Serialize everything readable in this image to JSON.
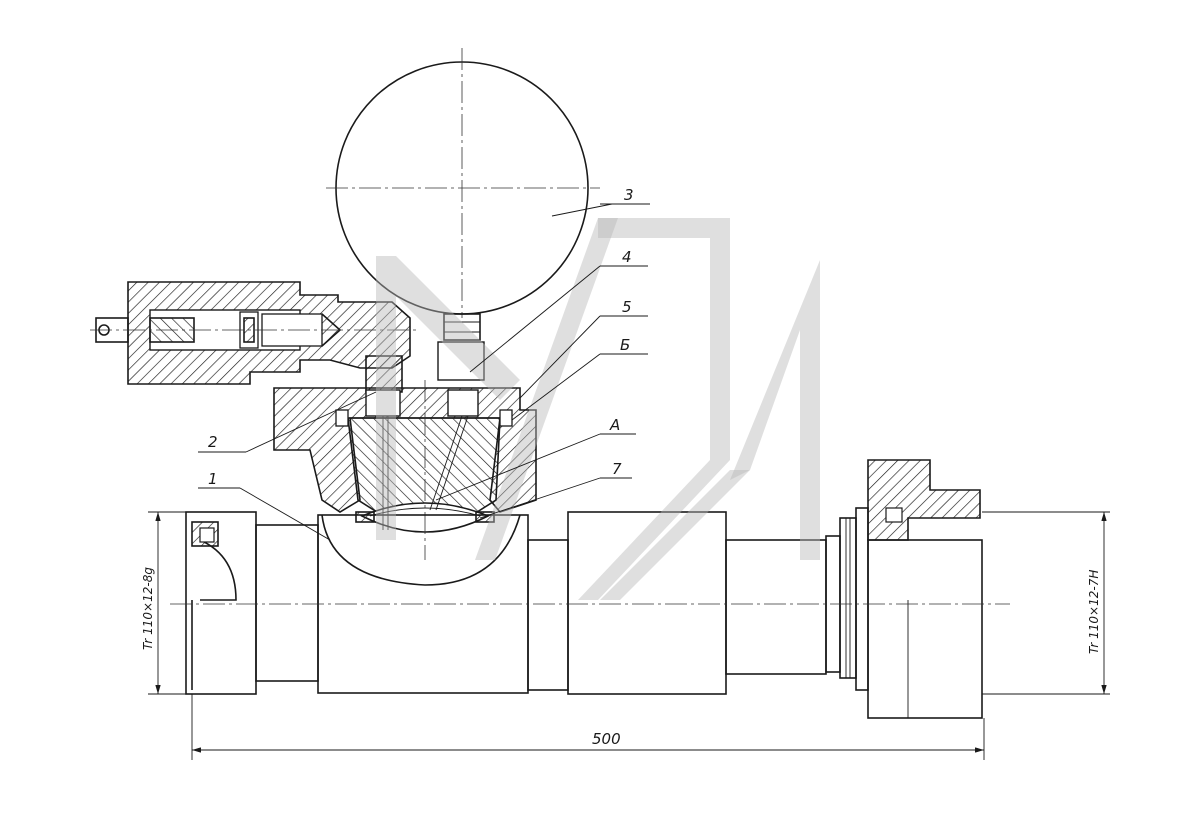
{
  "callouts": {
    "c1": "1",
    "c2": "2",
    "c3": "3",
    "c4": "4",
    "c5": "5",
    "c6": "Б",
    "cA": "А",
    "c7": "7"
  },
  "dimensions": {
    "overall_length": "500",
    "left_thread": "Tr 110×12-8g",
    "right_thread": "Tr 110×12-7H"
  }
}
